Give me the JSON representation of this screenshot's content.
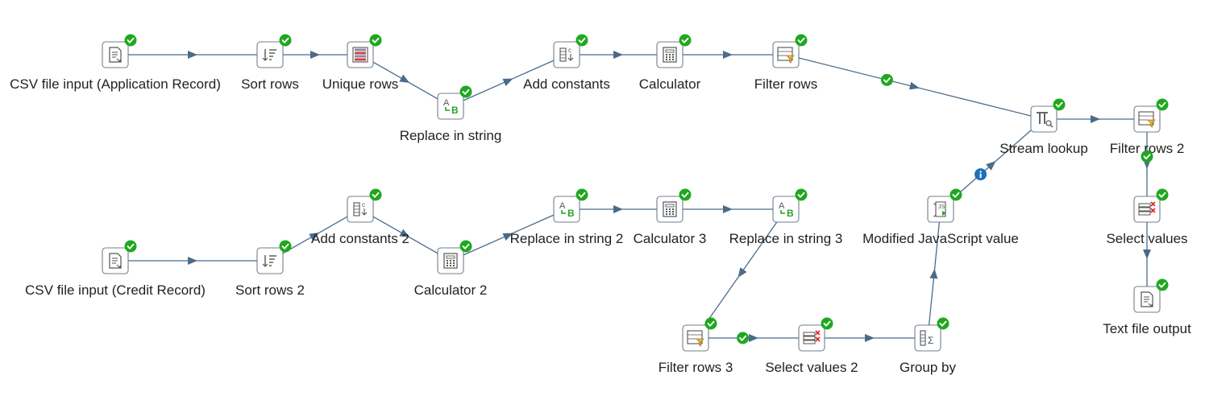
{
  "app": {
    "view": "Pentaho Data Integration transformation canvas"
  },
  "colors": {
    "hop": "#4a6b8a",
    "step_border": "#6f7f8f",
    "success_badge": "#1fa81f",
    "info_badge": "#1d6fb8",
    "icon_green": "#2aa12a"
  },
  "steps": [
    {
      "id": "csv1",
      "label": "CSV file input (Application Record)",
      "icon": "csv-input-icon"
    },
    {
      "id": "sort1",
      "label": "Sort rows",
      "icon": "sort-rows-icon"
    },
    {
      "id": "uniq",
      "label": "Unique rows",
      "icon": "unique-rows-icon"
    },
    {
      "id": "repl1",
      "label": "Replace in string",
      "icon": "replace-string-icon"
    },
    {
      "id": "addc1",
      "label": "Add constants",
      "icon": "add-constants-icon"
    },
    {
      "id": "calc1",
      "label": "Calculator",
      "icon": "calculator-icon"
    },
    {
      "id": "filt1",
      "label": "Filter rows",
      "icon": "filter-rows-icon"
    },
    {
      "id": "lookup",
      "label": "Stream lookup",
      "icon": "stream-lookup-icon"
    },
    {
      "id": "filt2",
      "label": "Filter rows 2",
      "icon": "filter-rows-icon"
    },
    {
      "id": "sel1",
      "label": "Select values",
      "icon": "select-values-icon"
    },
    {
      "id": "txtout",
      "label": "Text file output",
      "icon": "text-output-icon"
    },
    {
      "id": "csv2",
      "label": "CSV file input (Credit Record)",
      "icon": "csv-input-icon"
    },
    {
      "id": "sort2",
      "label": "Sort rows 2",
      "icon": "sort-rows-icon"
    },
    {
      "id": "addc2",
      "label": "Add constants 2",
      "icon": "add-constants-icon"
    },
    {
      "id": "calc2",
      "label": "Calculator 2",
      "icon": "calculator-icon"
    },
    {
      "id": "repl2",
      "label": "Replace in string 2",
      "icon": "replace-string-icon"
    },
    {
      "id": "calc3",
      "label": "Calculator 3",
      "icon": "calculator-icon"
    },
    {
      "id": "repl3",
      "label": "Replace in string 3",
      "icon": "replace-string-icon"
    },
    {
      "id": "js",
      "label": "Modified JavaScript value",
      "icon": "javascript-icon"
    },
    {
      "id": "filt3",
      "label": "Filter rows 3",
      "icon": "filter-rows-icon"
    },
    {
      "id": "sel2",
      "label": "Select values 2",
      "icon": "select-values-icon"
    },
    {
      "id": "grp",
      "label": "Group by",
      "icon": "group-by-icon"
    }
  ],
  "hops": [
    {
      "from": "csv1",
      "to": "sort1"
    },
    {
      "from": "sort1",
      "to": "uniq"
    },
    {
      "from": "uniq",
      "to": "repl1"
    },
    {
      "from": "repl1",
      "to": "addc1"
    },
    {
      "from": "addc1",
      "to": "calc1"
    },
    {
      "from": "calc1",
      "to": "filt1"
    },
    {
      "from": "filt1",
      "to": "lookup",
      "badge": "success"
    },
    {
      "from": "lookup",
      "to": "filt2"
    },
    {
      "from": "filt2",
      "to": "sel1",
      "badge": "success"
    },
    {
      "from": "sel1",
      "to": "txtout"
    },
    {
      "from": "csv2",
      "to": "sort2"
    },
    {
      "from": "sort2",
      "to": "addc2"
    },
    {
      "from": "addc2",
      "to": "calc2"
    },
    {
      "from": "calc2",
      "to": "repl2"
    },
    {
      "from": "repl2",
      "to": "calc3"
    },
    {
      "from": "calc3",
      "to": "repl3"
    },
    {
      "from": "repl3",
      "to": "filt3"
    },
    {
      "from": "filt3",
      "to": "sel2",
      "badge": "success"
    },
    {
      "from": "sel2",
      "to": "grp"
    },
    {
      "from": "grp",
      "to": "js"
    },
    {
      "from": "js",
      "to": "lookup",
      "badge": "info"
    }
  ]
}
